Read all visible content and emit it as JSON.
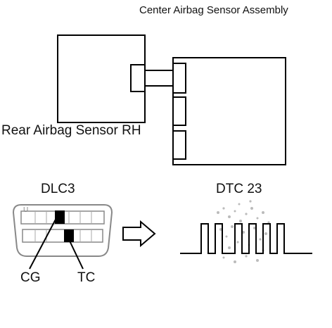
{
  "labels": {
    "center_sensor": "Center Airbag Sensor Assembly",
    "rear_sensor": "Rear Airbag Sensor RH",
    "dlc": "DLC3",
    "dtc": "DTC 23",
    "cg": "CG",
    "tc": "TC",
    "pin_mark": "U"
  }
}
